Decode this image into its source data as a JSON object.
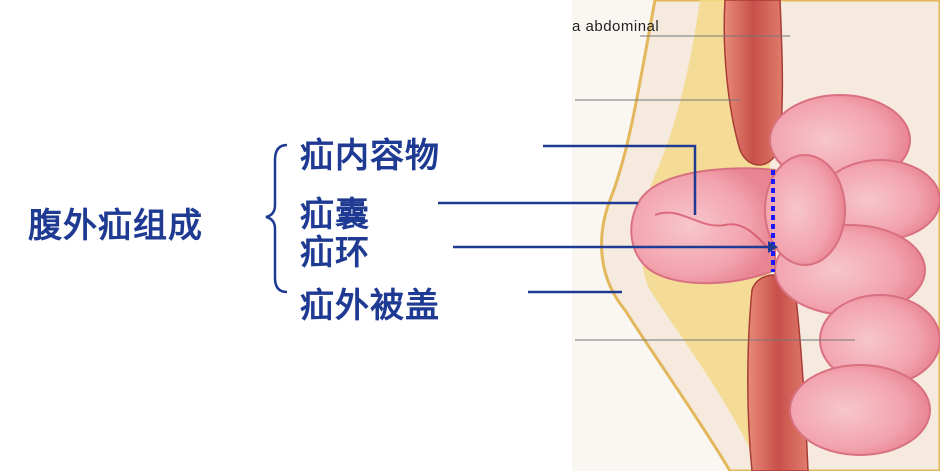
{
  "title": "腹外疝组成",
  "parts": [
    {
      "label": "疝内容物"
    },
    {
      "label": "疝囊"
    },
    {
      "label": "疝环"
    },
    {
      "label": "疝外被盖"
    }
  ],
  "illustration": {
    "label": "a abdominal"
  },
  "colors": {
    "text": "#1f3a93",
    "leader": "#1f3a93",
    "ring_marker": "#1a1aff",
    "muscle": "#c8504a",
    "fat": "#f4d98a",
    "intestine": "#f2a3ae"
  }
}
